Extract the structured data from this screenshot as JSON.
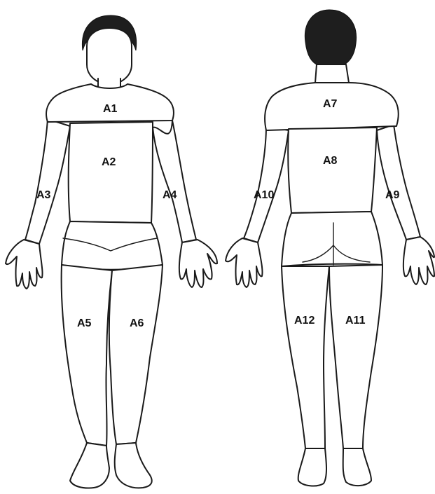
{
  "front_view": {
    "regions": {
      "a1": "A1",
      "a2": "A2",
      "a3": "A3",
      "a4": "A4",
      "a5": "A5",
      "a6": "A6"
    }
  },
  "back_view": {
    "regions": {
      "a7": "A7",
      "a8": "A8",
      "a9": "A9",
      "a10": "A10",
      "a11": "A11",
      "a12": "A12"
    }
  },
  "colors": {
    "outline": "#1a1a1a",
    "hair": "#1e1e1e",
    "background": "#ffffff"
  }
}
